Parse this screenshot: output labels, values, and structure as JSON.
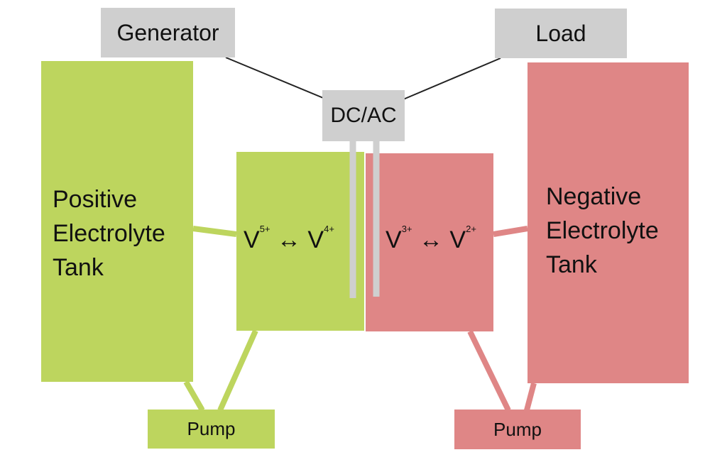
{
  "generator": "Generator",
  "load": "Load",
  "converter": "DC/AC",
  "positive_tank": [
    "Positive",
    "Electrolyte",
    "Tank"
  ],
  "negative_tank": [
    "Negative",
    "Electrolyte",
    "Tank"
  ],
  "positive_reaction": {
    "left": "V",
    "left_sup": "5+",
    "arrow": "↔",
    "right": "V",
    "right_sup": "4+"
  },
  "negative_reaction": {
    "left": "V",
    "left_sup": "3+",
    "arrow": "↔",
    "right": "V",
    "right_sup": "2+"
  },
  "pump_left": "Pump",
  "pump_right": "Pump",
  "colors": {
    "positive": "#bdd55e",
    "negative": "#df8686",
    "neutral": "#cfcfcf"
  }
}
